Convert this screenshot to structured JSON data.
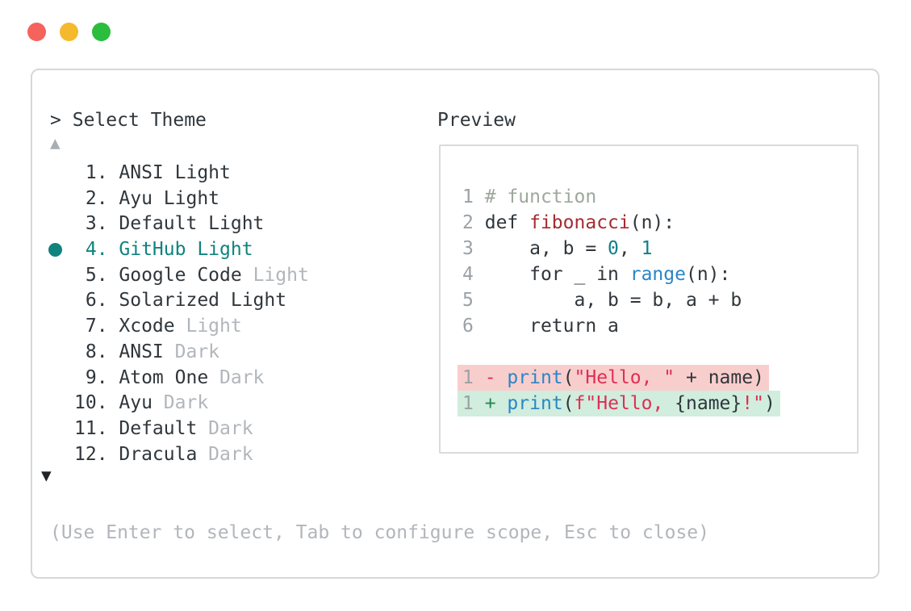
{
  "window": {
    "controls": [
      {
        "name": "close"
      },
      {
        "name": "minimize"
      },
      {
        "name": "maximize"
      }
    ]
  },
  "prompt": {
    "caret": ">",
    "label": "Select Theme"
  },
  "preview": {
    "label": "Preview"
  },
  "theme_list": {
    "scroll_up_icon": "▲",
    "scroll_down_icon": "▼",
    "items": [
      {
        "number": 1,
        "name": "ANSI Light",
        "suffix": "",
        "selected": false
      },
      {
        "number": 2,
        "name": "Ayu Light",
        "suffix": "",
        "selected": false
      },
      {
        "number": 3,
        "name": "Default Light",
        "suffix": "",
        "selected": false
      },
      {
        "number": 4,
        "name": "GitHub Light",
        "suffix": "",
        "selected": true
      },
      {
        "number": 5,
        "name": "Google Code",
        "suffix": "Light",
        "selected": false
      },
      {
        "number": 6,
        "name": "Solarized Light",
        "suffix": "",
        "selected": false
      },
      {
        "number": 7,
        "name": "Xcode",
        "suffix": "Light",
        "selected": false
      },
      {
        "number": 8,
        "name": "ANSI",
        "suffix": "Dark",
        "selected": false
      },
      {
        "number": 9,
        "name": "Atom One",
        "suffix": "Dark",
        "selected": false
      },
      {
        "number": 10,
        "name": "Ayu",
        "suffix": "Dark",
        "selected": false
      },
      {
        "number": 11,
        "name": "Default",
        "suffix": "Dark",
        "selected": false
      },
      {
        "number": 12,
        "name": "Dracula",
        "suffix": "Dark",
        "selected": false
      }
    ]
  },
  "code_preview": {
    "lines": [
      {
        "num": "1",
        "segments": [
          [
            "# function",
            "comment"
          ]
        ]
      },
      {
        "num": "2",
        "segments": [
          [
            "def ",
            "plain"
          ],
          [
            "fibonacci",
            "defname"
          ],
          [
            "(n):",
            "plain"
          ]
        ]
      },
      {
        "num": "3",
        "segments": [
          [
            "    a, b = ",
            "plain"
          ],
          [
            "0",
            "numlit"
          ],
          [
            ", ",
            "plain"
          ],
          [
            "1",
            "numlit"
          ]
        ]
      },
      {
        "num": "4",
        "segments": [
          [
            "    for _ in ",
            "plain"
          ],
          [
            "range",
            "call"
          ],
          [
            "(n):",
            "plain"
          ]
        ]
      },
      {
        "num": "5",
        "segments": [
          [
            "        a, b = b, a + b",
            "plain"
          ]
        ]
      },
      {
        "num": "6",
        "segments": [
          [
            "    return a",
            "plain"
          ]
        ]
      },
      {
        "num": "",
        "segments": []
      },
      {
        "num": "1",
        "diff": "del",
        "segments": [
          [
            "- ",
            "minus"
          ],
          [
            "print",
            "call"
          ],
          [
            "(",
            "plain"
          ],
          [
            "\"Hello, \"",
            "string"
          ],
          [
            " + name)",
            "plain"
          ]
        ]
      },
      {
        "num": "1",
        "diff": "add",
        "segments": [
          [
            "+ ",
            "plus"
          ],
          [
            "print",
            "call"
          ],
          [
            "(",
            "plain"
          ],
          [
            "f\"Hello, ",
            "string"
          ],
          [
            "{name}",
            "plain"
          ],
          [
            "!\"",
            "string"
          ],
          [
            ")",
            "plain"
          ]
        ]
      }
    ]
  },
  "hint": "(Use Enter to select, Tab to configure scope, Esc to close)",
  "colors": {
    "traffic_red": "#f4635c",
    "traffic_yellow": "#f5b92d",
    "traffic_green": "#2abd3e",
    "text_dark": "#30363b",
    "text_gray": "#b2b6ba",
    "accent_teal": "#0f837e",
    "line_number": "#9ba1a6",
    "comment": "#9da89d",
    "function_def": "#a52c30",
    "number_literal": "#0f7f8a",
    "function_call": "#2a86c6",
    "string": "#e02e55",
    "diff_minus": "#e02e55",
    "diff_plus": "#23894f",
    "diff_del_bg": "#f8cecd",
    "diff_add_bg": "#d0eddd",
    "scroll_up_inactive": "#a9aeb3",
    "scroll_down_active": "#202428"
  }
}
